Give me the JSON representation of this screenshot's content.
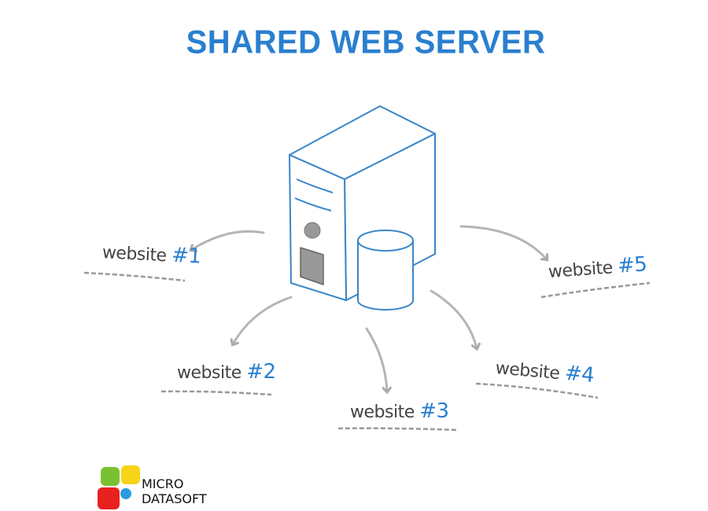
{
  "title": "SHARED WEB SERVER",
  "websites": [
    {
      "label": "website",
      "number": "#1"
    },
    {
      "label": "website",
      "number": "#2"
    },
    {
      "label": "website",
      "number": "#3"
    },
    {
      "label": "website",
      "number": "#4"
    },
    {
      "label": "website",
      "number": "#5"
    }
  ],
  "logo": {
    "line1": "MICRO",
    "line2": "DATASOFT"
  },
  "colors": {
    "accent": "#2a7fcf",
    "arrow": "#b0b0b0",
    "server_stroke": "#3a86c8"
  }
}
